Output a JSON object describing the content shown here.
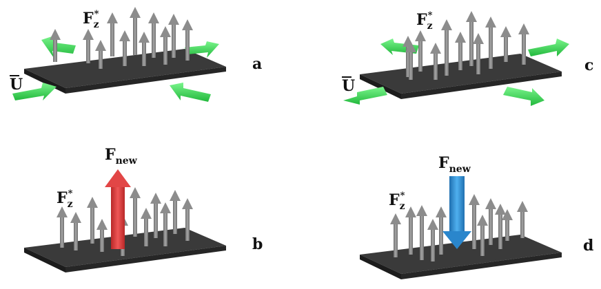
{
  "colors": {
    "plate_top": "#3a3a3a",
    "plate_side": "#1c1c1c",
    "arrow_gray": "#8a8a8a",
    "arrow_gray_dark": "#6e6e6e",
    "flow_green": "#3ee45a",
    "flow_green_dark": "#1fa336",
    "force_red": "#d93a3a",
    "force_blue": "#2f8fd6"
  },
  "labels": {
    "force_symbol": "F",
    "force_sub": "z",
    "force_sup": "*",
    "velocity_symbol": "U",
    "new_symbol": "F",
    "new_sub": "new"
  },
  "panels": [
    {
      "id": "a",
      "letter": "a",
      "flow": "converging",
      "new_force": "none",
      "arrow_count": 11
    },
    {
      "id": "b",
      "letter": "b",
      "flow": "none",
      "new_force": "up",
      "arrow_count": 11
    },
    {
      "id": "c",
      "letter": "c",
      "flow": "diverging",
      "new_force": "none",
      "arrow_count": 11
    },
    {
      "id": "d",
      "letter": "d",
      "flow": "none",
      "new_force": "down",
      "arrow_count": 11
    }
  ]
}
